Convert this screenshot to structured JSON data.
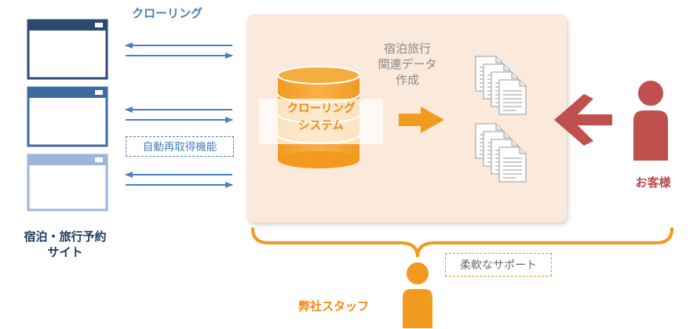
{
  "labels": {
    "crawling": "クローリング",
    "sites_line1": "宿泊・旅行予約",
    "sites_line2": "サイト",
    "auto_retry": "自動再取得機能",
    "data_line1": "宿泊旅行",
    "data_line2": "関連データ",
    "data_line3": "作成",
    "system_line1": "クローリング",
    "system_line2": "システム",
    "customer": "お客様",
    "flexible_support": "柔軟なサポート",
    "staff": "弊社スタッフ"
  },
  "icons": {
    "site_windows": "browser-window-icon",
    "system": "database-cylinder-icon",
    "output": "document-stack-icon",
    "person": "person-icon"
  },
  "colors": {
    "blue_dark": "#2d4a73",
    "blue_mid": "#3f6aa1",
    "blue_light": "#9db6d8",
    "arrow_blue": "#4a7fc0",
    "orange": "#f29a1f",
    "panel": "#fbe9dc",
    "customer_red": "#c0504d",
    "staff_orange": "#f29a1f"
  }
}
